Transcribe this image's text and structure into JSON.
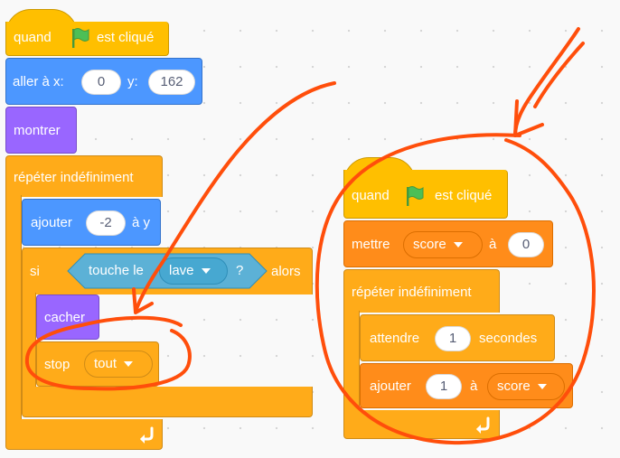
{
  "left_script": {
    "when_flag_label_a": "quand",
    "when_flag_label_b": "est cliqué",
    "goto_label": "aller à x:",
    "goto_x": "0",
    "goto_y_label": "y:",
    "goto_y": "162",
    "show_label": "montrer",
    "forever_label": "répéter indéfiniment",
    "change_y_label": "ajouter",
    "change_y_value": "-2",
    "change_y_suffix": "à y",
    "if_label": "si",
    "if_then_label": "alors",
    "touching_label": "touche le",
    "touching_target": "lave",
    "touching_qmark": "?",
    "hide_label": "cacher",
    "stop_label": "stop",
    "stop_option": "tout"
  },
  "right_script": {
    "when_flag_label_a": "quand",
    "when_flag_label_b": "est cliqué",
    "set_label": "mettre",
    "set_variable": "score",
    "set_to_label": "à",
    "set_value": "0",
    "forever_label": "répéter indéfiniment",
    "wait_label": "attendre",
    "wait_value": "1",
    "wait_suffix": "secondes",
    "change_label": "ajouter",
    "change_value": "1",
    "change_to_label": "à",
    "change_variable": "score"
  },
  "icons": {
    "flag": "green-flag-icon",
    "loop": "loop-arrow-icon",
    "dropdown": "dropdown-caret-icon"
  },
  "colors": {
    "events": "#FFBF00",
    "motion": "#4C97FF",
    "looks": "#9966FF",
    "control": "#FFAB19",
    "variables": "#FF8C1A",
    "sensing": "#5CB1D6",
    "annotation": "#FF4E0B"
  }
}
